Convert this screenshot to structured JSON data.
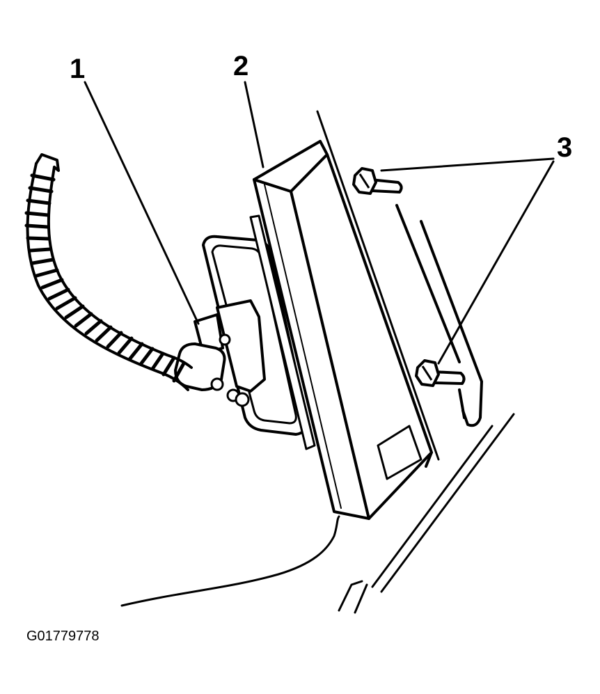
{
  "callouts": {
    "label_1": "1",
    "label_2": "2",
    "label_3": "3"
  },
  "figure_id": "G01779778",
  "colors": {
    "ink": "#000000",
    "paper": "#ffffff"
  }
}
